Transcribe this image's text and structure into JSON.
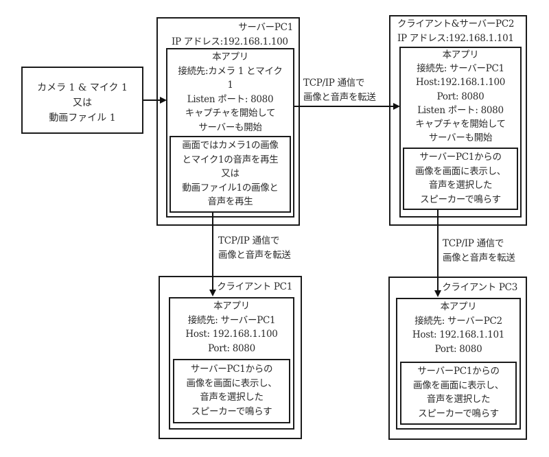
{
  "source_box": {
    "lines": [
      "カメラ 1 &amp; マイク 1",
      "又は",
      "動画ファイル 1"
    ]
  },
  "server_pc1": {
    "title": "サーバーPC1",
    "ip": "IP アドレス:192.168.1.100",
    "app": {
      "lines": [
        "本アプリ",
        "接続先:カメラ 1 とマイク",
        "1",
        "Listen ポート:  8080",
        "キャプチャを開始して",
        "サーバーも開始"
      ],
      "playback": [
        "画面ではカメラ1の画像",
        "とマイク1の音声を再生",
        "又は",
        "動画ファイル1の画像と",
        "音声を再生"
      ]
    }
  },
  "client_server_pc2": {
    "title": "クライアント&サーバーPC2",
    "ip": "IP アドレス:192.168.1.101",
    "app": {
      "lines": [
        "本アプリ",
        "接続先:  サーバーPC1",
        "Host:192.168.1.100",
        "Port:  8080",
        "Listen ポート:  8080",
        "キャプチャを開始して",
        "サーバーも開始"
      ],
      "playback": [
        "サーバーPC1からの",
        "画像を画面に表示し、",
        "音声を選択した",
        "スピーカーで鳴らす"
      ]
    }
  },
  "client_pc1": {
    "title": "クライアント PC1",
    "app": {
      "lines": [
        "本アプリ",
        "接続先:  サーバーPC1",
        "Host:  192.168.1.100",
        "Port:  8080"
      ],
      "playback": [
        "サーバーPC1からの",
        "画像を画面に表示し、",
        "音声を選択した",
        "スピーカーで鳴らす"
      ]
    }
  },
  "client_pc3": {
    "title": "クライアント PC3",
    "app": {
      "lines": [
        "本アプリ",
        "接続先:  サーバーPC2",
        "Host:  192.168.1.101",
        "Port:  8080"
      ],
      "playback": [
        "サーバーPC1からの",
        "画像を画面に表示し、",
        "音声を選択した",
        "スピーカーで鳴らす"
      ]
    }
  },
  "connections": {
    "pc1_to_pc2": [
      "TCP/IP 通信で",
      "画像と音声を転送"
    ],
    "pc1_to_client1": [
      "TCP/IP 通信で",
      "画像と音声を転送"
    ],
    "pc2_to_client3": [
      "TCP/IP 通信で",
      "画像と音声を転送"
    ]
  }
}
